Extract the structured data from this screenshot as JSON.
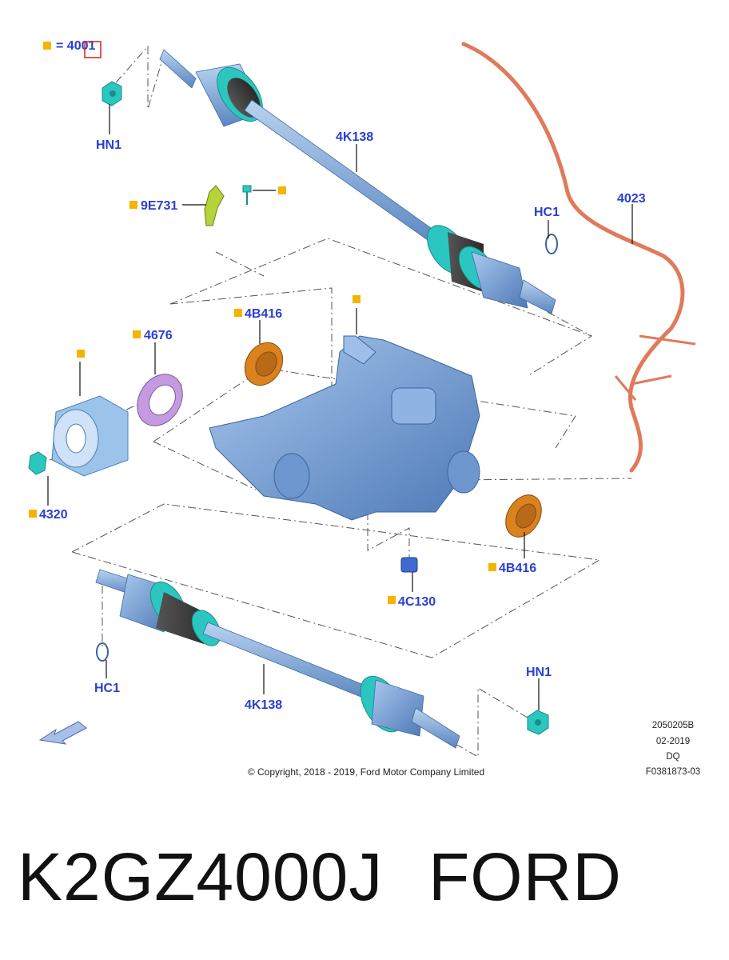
{
  "legend": {
    "equals_text": "= 4001"
  },
  "labels": {
    "hn1_top": "HN1",
    "shaft_top": "4K138",
    "sensor": "9E731",
    "hc1_top": "HC1",
    "harness": "4023",
    "seal_left": "4B416",
    "seal_purple": "4676",
    "bushing_nut": "4320",
    "seal_right": "4B416",
    "plug": "4C130",
    "hc1_bottom": "HC1",
    "shaft_bottom": "4K138",
    "hn1_bottom": "HN1"
  },
  "meta": {
    "line1": "2050205B",
    "line2": "02-2019",
    "line3": "DQ",
    "line4": "F0381873-03"
  },
  "copyright": "© Copyright, 2018 - 2019, Ford Motor Company Limited",
  "caption": {
    "part_number": "K2GZ4000J",
    "brand": "FORD"
  },
  "colors": {
    "label_blue": "#2a3fd0",
    "marker_orange": "#f5b400",
    "part_blue": "#7fa8d8",
    "seal_orange": "#d9821e",
    "seal_purple": "#b88fd6",
    "boot_teal": "#2cc6c0",
    "harness_red": "#e07a5a"
  }
}
